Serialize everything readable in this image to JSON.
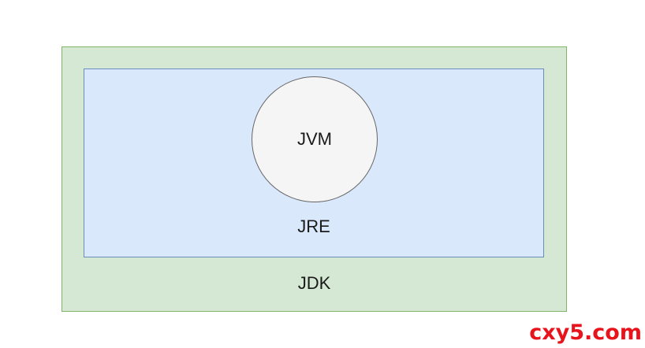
{
  "diagram": {
    "jdk": {
      "label": "JDK"
    },
    "jre": {
      "label": "JRE"
    },
    "jvm": {
      "label": "JVM"
    }
  },
  "watermark": {
    "text": "cxy5.com"
  },
  "colors": {
    "jdk_fill": "#d5e8d4",
    "jdk_border": "#82b366",
    "jre_fill": "#dae8fc",
    "jre_border": "#6c8ebf",
    "jvm_fill": "#f5f5f5",
    "jvm_border": "#666666",
    "watermark": "#e8141c"
  }
}
